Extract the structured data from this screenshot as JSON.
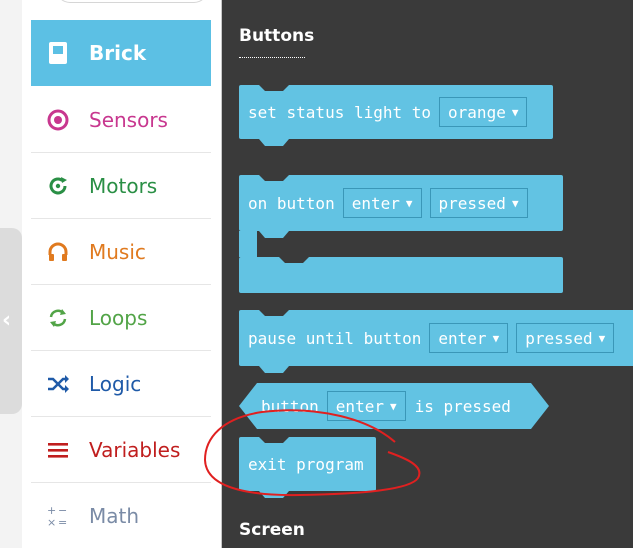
{
  "toolbox": {
    "categories": [
      {
        "label": "Brick",
        "icon": "brick-icon",
        "color": "#ffffff"
      },
      {
        "label": "Sensors",
        "icon": "sensor-target-icon",
        "color": "#c8378f"
      },
      {
        "label": "Motors",
        "icon": "motor-rotate-icon",
        "color": "#2a8f45"
      },
      {
        "label": "Music",
        "icon": "headphones-icon",
        "color": "#e07a1f"
      },
      {
        "label": "Loops",
        "icon": "loop-arrows-icon",
        "color": "#52a447"
      },
      {
        "label": "Logic",
        "icon": "shuffle-icon",
        "color": "#1f5aa8"
      },
      {
        "label": "Variables",
        "icon": "list-lines-icon",
        "color": "#c01e1e"
      },
      {
        "label": "Math",
        "icon": "math-operators-icon",
        "color": "#7a8ba6"
      }
    ],
    "selected_category_bg": "#5cc0e4"
  },
  "flyout": {
    "section_buttons": "Buttons",
    "section_screen": "Screen",
    "block_color": "#62c3e3",
    "blocks": {
      "set_status_light": {
        "text": "set status light to",
        "dropdown": "orange"
      },
      "on_button": {
        "text": "on button",
        "dropdown1": "enter",
        "dropdown2": "pressed"
      },
      "pause_until": {
        "text": "pause until button",
        "dropdown1": "enter",
        "dropdown2": "pressed"
      },
      "button_is_pressed": {
        "text1": "button",
        "dropdown": "enter",
        "text2": "is pressed"
      },
      "exit_program": {
        "text": "exit program"
      }
    }
  },
  "annotation_color": "#e02020"
}
